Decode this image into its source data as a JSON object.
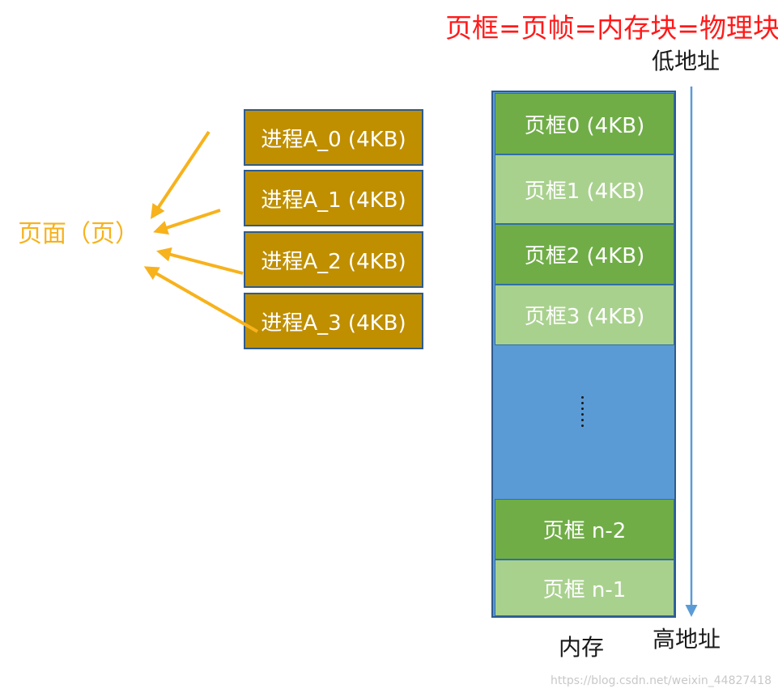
{
  "title": "页框=页帧=内存块=物理块",
  "address": {
    "low": "低地址",
    "high": "高地址"
  },
  "memory_label": "内存",
  "page_label": "页面（页）",
  "process_pages": [
    "进程A_0 (4KB)",
    "进程A_1 (4KB)",
    "进程A_2 (4KB)",
    "进程A_3 (4KB)"
  ],
  "frames": {
    "f0": "页框0 (4KB)",
    "f1": "页框1 (4KB)",
    "f2": "页框2 (4KB)",
    "f3": "页框3 (4KB)",
    "fn2": "页框 n-2",
    "fn1": "页框 n-1"
  },
  "watermark": "https://blog.csdn.net/weixin_44827418",
  "colors": {
    "title": "#ff1a1a",
    "page_label": "#f7b21c",
    "process_block": "#bf8f00",
    "frame_dark": "#70ad47",
    "frame_light": "#a9d18e",
    "memory_gap": "#5b9bd5",
    "address_arrow": "#5b9bd5"
  }
}
